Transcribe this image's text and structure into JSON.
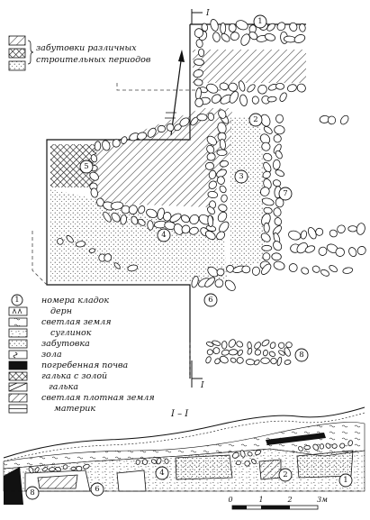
{
  "top_legend": [
    {
      "pattern": "hatch-diag",
      "label": ""
    },
    {
      "pattern": "crosshatch",
      "label": "забутовки различных"
    },
    {
      "pattern": "dots",
      "label": "строительных периодов"
    }
  ],
  "markers": {
    "section_top": "I",
    "section_bottom": "I",
    "section_title": "I – I"
  },
  "masonry_numbers": [
    "1",
    "2",
    "3",
    "4",
    "5",
    "6",
    "7",
    "8"
  ],
  "section_numbers": [
    "8",
    "6",
    "4",
    "2",
    "1"
  ],
  "legend": [
    {
      "symbol": "circle-number",
      "symbol_text": "1",
      "label": "номера кладок"
    },
    {
      "symbol": "turf",
      "label": "дерн"
    },
    {
      "symbol": "tilde",
      "label": "светлая земля"
    },
    {
      "symbol": "loam",
      "label": "суглинок"
    },
    {
      "symbol": "dots",
      "label": "забутовка"
    },
    {
      "symbol": "ash",
      "label": "зола"
    },
    {
      "symbol": "black",
      "label": "погребенная почва"
    },
    {
      "symbol": "crosshatch",
      "label": "галька с золой"
    },
    {
      "symbol": "pebble",
      "label": "галька"
    },
    {
      "symbol": "hatch",
      "label": "светлая плотная земля"
    },
    {
      "symbol": "bedrock",
      "label": "материк"
    }
  ],
  "scale": {
    "ticks": [
      "0",
      "1",
      "2",
      "3м"
    ]
  }
}
